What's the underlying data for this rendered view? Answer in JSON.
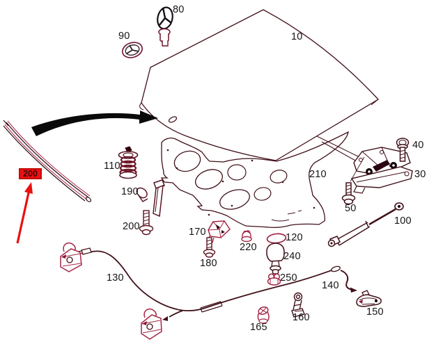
{
  "diagram": {
    "kind": "exploded-parts-diagram",
    "background": "#ffffff",
    "line_color": "#401018",
    "accent_color": "#a52545",
    "label_color": "#141414",
    "highlight": {
      "label": "200",
      "fill": "#ee1111",
      "border": "#c40808",
      "text_color": "#400607"
    },
    "indicators": {
      "direction_arrow_color": "#0a0a0a",
      "pointer_arrow_color": "#ea1010"
    },
    "parts": [
      {
        "id": "10"
      },
      {
        "id": "80"
      },
      {
        "id": "90"
      },
      {
        "id": "110"
      },
      {
        "id": "190"
      },
      {
        "id": "200"
      },
      {
        "id": "210"
      },
      {
        "id": "40"
      },
      {
        "id": "30"
      },
      {
        "id": "50"
      },
      {
        "id": "100"
      },
      {
        "id": "170"
      },
      {
        "id": "180"
      },
      {
        "id": "220"
      },
      {
        "id": "120"
      },
      {
        "id": "240"
      },
      {
        "id": "250"
      },
      {
        "id": "130"
      },
      {
        "id": "140"
      },
      {
        "id": "165"
      },
      {
        "id": "160"
      },
      {
        "id": "150"
      }
    ]
  }
}
